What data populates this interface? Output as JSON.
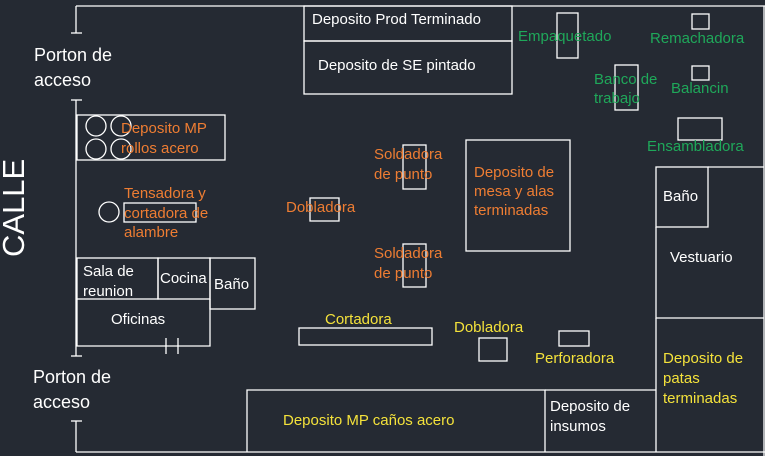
{
  "street": "CALLE",
  "gates": {
    "top": [
      "Porton de",
      "acceso"
    ],
    "bottom": [
      "Porton de",
      "acceso"
    ]
  },
  "rooms": {
    "deposito_prod_terminado": "Deposito Prod Terminado",
    "deposito_se_pintado": "Deposito de SE pintado",
    "sala_reunion": [
      "Sala de",
      "reunion"
    ],
    "cocina": "Cocina",
    "bano_left": "Baño",
    "oficinas": "Oficinas",
    "deposito_mesa": [
      "Deposito de",
      "mesa y alas",
      "terminadas"
    ],
    "bano_right": "Baño",
    "vestuario": "Vestuario",
    "deposito_patas": [
      "Deposito de",
      "patas",
      "terminadas"
    ],
    "deposito_caños": "Deposito MP caños acero",
    "deposito_insumos": [
      "Deposito de",
      "insumos"
    ]
  },
  "machines_orange": {
    "deposito_rollos": [
      "Deposito MP",
      "rollos acero"
    ],
    "tensadora": [
      "Tensadora y",
      "cortadora de",
      "alambre"
    ],
    "dobladora": "Dobladora",
    "soldadora_1": [
      "Soldadora",
      "de punto"
    ],
    "soldadora_2": [
      "Soldadora",
      "de punto"
    ]
  },
  "machines_green": {
    "empaquetado": "Empaquetado",
    "remachadora": "Remachadora",
    "banco": [
      "Banco de",
      "trabajo"
    ],
    "balancin": "Balancin",
    "ensambladora": "Ensambladora"
  },
  "machines_yellow": {
    "cortadora": "Cortadora",
    "dobladora": "Dobladora",
    "perforadora": "Perforadora"
  },
  "colors": {
    "background": "#252a33",
    "line": "#ffffff",
    "orange_label": "#ee7d33",
    "green_label": "#1fa85a",
    "yellow_label": "#f4e23b"
  }
}
